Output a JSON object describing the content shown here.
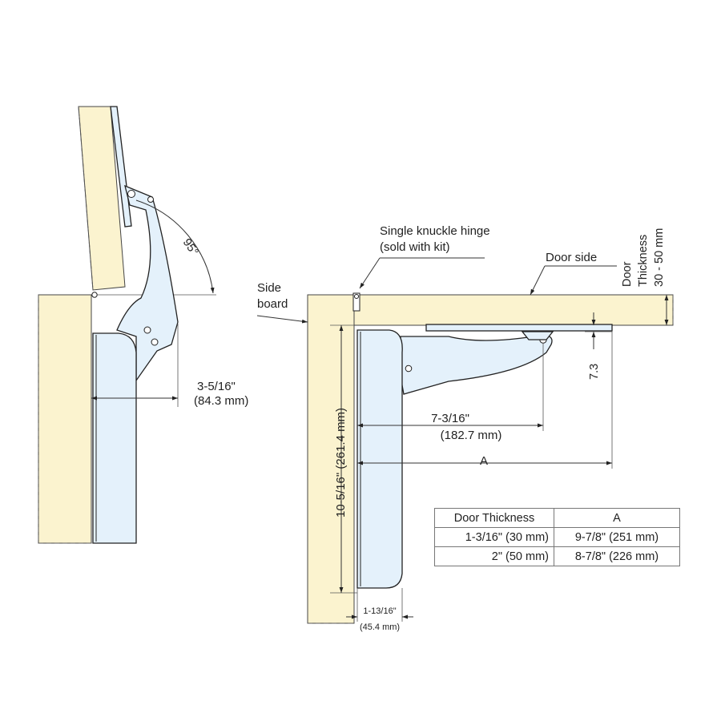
{
  "labels": {
    "angle": "95°",
    "left_depth_frac": "3-5/16\"",
    "left_depth_mm": "(84.3 mm)",
    "hinge_line1": "Single knuckle hinge",
    "hinge_line2": "(sold with kit)",
    "door_side": "Door side",
    "side_line1": "Side",
    "side_line2": "board",
    "door_thickness_line1": "Door",
    "door_thickness_line2": "Thickness",
    "door_thickness_line3": "30 - 50 mm",
    "offset": "7.3",
    "reach_frac": "7-3/16\"",
    "reach_mm": "(182.7 mm)",
    "a_label": "A",
    "height": "10-5/16\" (261.4 mm)",
    "width_frac": "1-13/16\"",
    "width_mm": "(45.4 mm)"
  },
  "table": {
    "headers": [
      "Door Thickness",
      "A"
    ],
    "rows": [
      [
        "1-3/16\" (30 mm)",
        "9-7/8\" (251 mm)"
      ],
      [
        "2\" (50 mm)",
        "8-7/8\" (226 mm)"
      ]
    ]
  },
  "colors": {
    "wood": "#fbf3cf",
    "metal": "#e4f1fb",
    "line": "#222222"
  }
}
